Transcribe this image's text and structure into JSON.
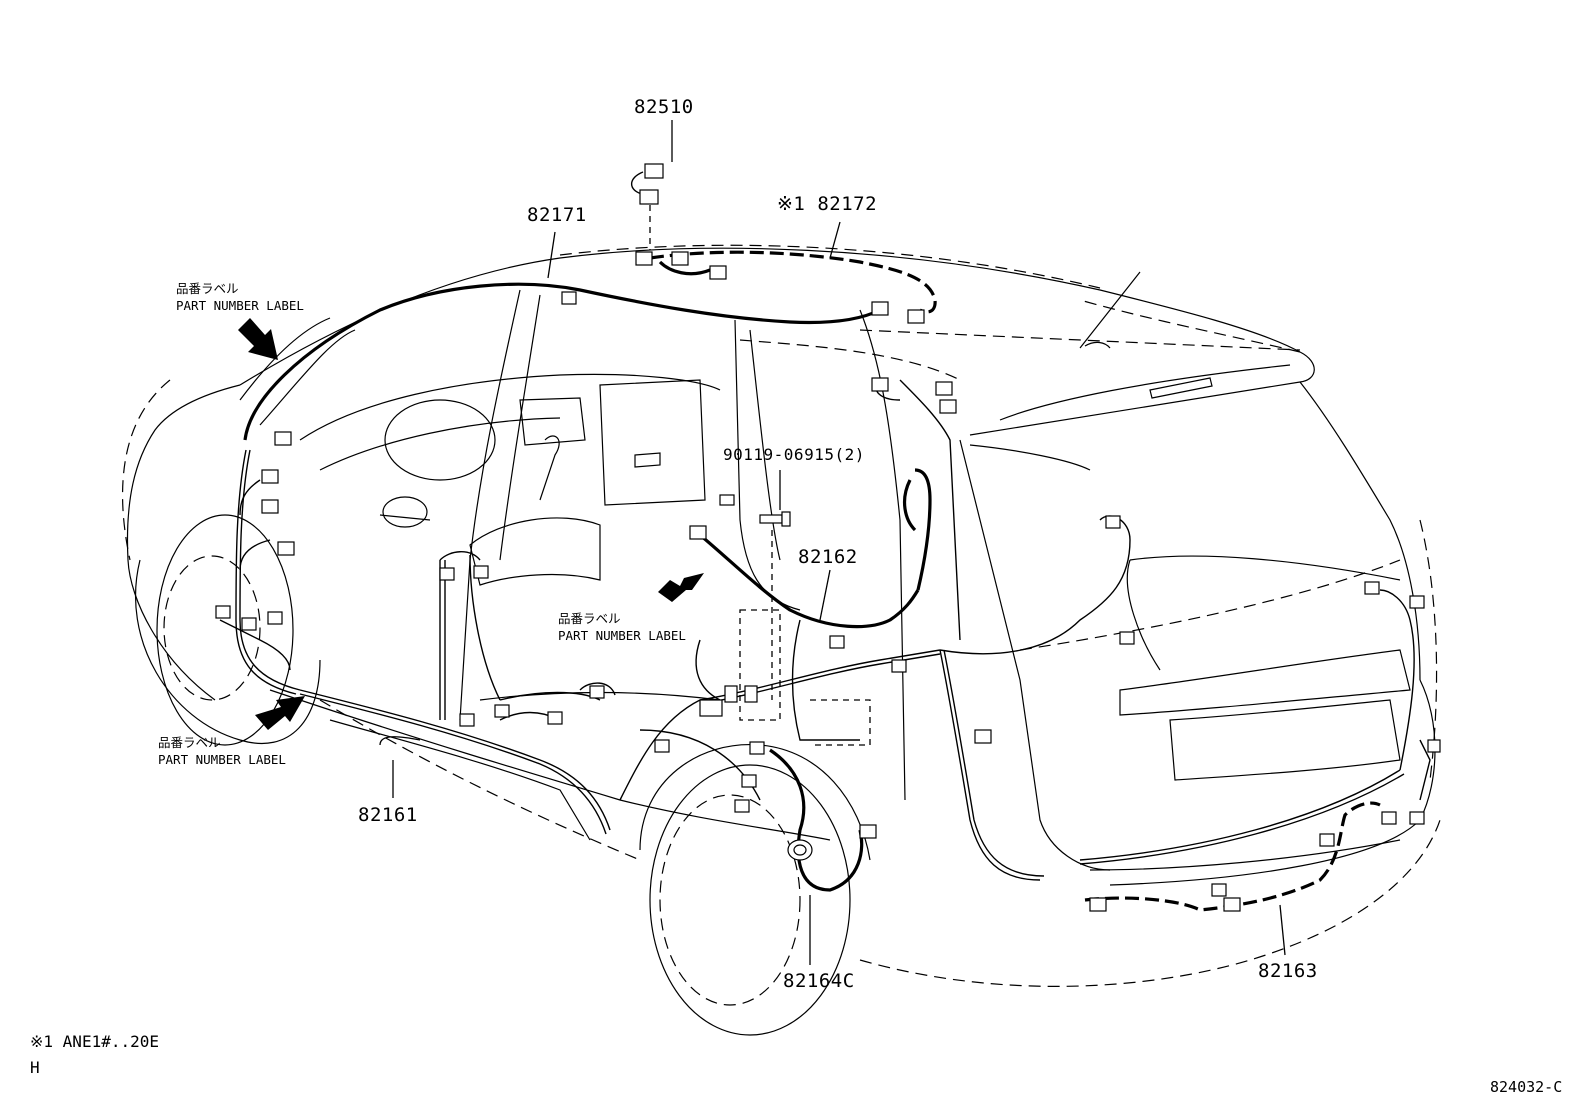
{
  "diagram": {
    "part_numbers": {
      "p82510": "82510",
      "p82171": "82171",
      "p82172_mark": "※1",
      "p82172": "82172",
      "bolt": "90119-06915(2)",
      "p82162": "82162",
      "p82161": "82161",
      "p82164c": "82164C",
      "p82163": "82163"
    },
    "part_number_labels": [
      {
        "jp": "品番ラベル",
        "en": "PART NUMBER LABEL"
      },
      {
        "jp": "品番ラベル",
        "en": "PART NUMBER LABEL"
      },
      {
        "jp": "品番ラベル",
        "en": "PART NUMBER LABEL"
      }
    ],
    "footnote": "※1 ANE1#..20E",
    "footnote_sub": "H",
    "figure_code": "824032-C"
  }
}
